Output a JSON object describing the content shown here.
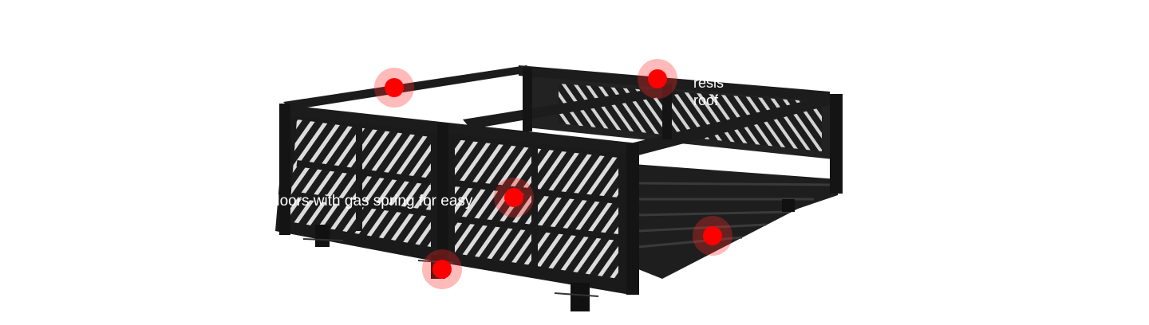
{
  "product": {
    "image_alt": "pickup bed rack",
    "hotspots": [
      {
        "name": "hotspot-top-left"
      },
      {
        "name": "hotspot-top-right"
      },
      {
        "name": "hotspot-side-panel"
      },
      {
        "name": "hotspot-floor"
      },
      {
        "name": "hotspot-bottom-bracket"
      }
    ],
    "tooltips": {
      "roof_text": "resis  roof",
      "doors_text": "doors with gas spring for easy"
    }
  },
  "colors": {
    "hotspot_dot": "#ff0000",
    "hotspot_halo": "#ff2828",
    "rack_body": "#1a1a1a",
    "background": "#ffffff"
  }
}
